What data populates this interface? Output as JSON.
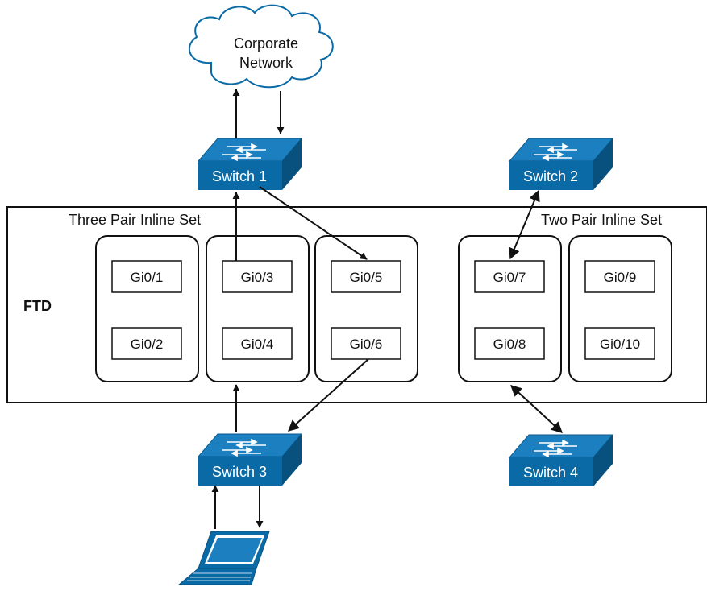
{
  "cloud": {
    "line1": "Corporate",
    "line2": "Network"
  },
  "switches": {
    "s1": "Switch 1",
    "s2": "Switch 2",
    "s3": "Switch 3",
    "s4": "Switch 4"
  },
  "ftd": {
    "label": "FTD",
    "three_pair_title": "Three Pair Inline Set",
    "two_pair_title": "Two Pair Inline Set"
  },
  "ports": [
    "Gi0/1",
    "Gi0/2",
    "Gi0/3",
    "Gi0/4",
    "Gi0/5",
    "Gi0/6",
    "Gi0/7",
    "Gi0/8",
    "Gi0/9",
    "Gi0/10"
  ],
  "colors": {
    "switch_blue": "#0a6aa6",
    "line": "#111111"
  },
  "icons": [
    "cloud-icon",
    "switch-icon",
    "laptop-icon"
  ]
}
